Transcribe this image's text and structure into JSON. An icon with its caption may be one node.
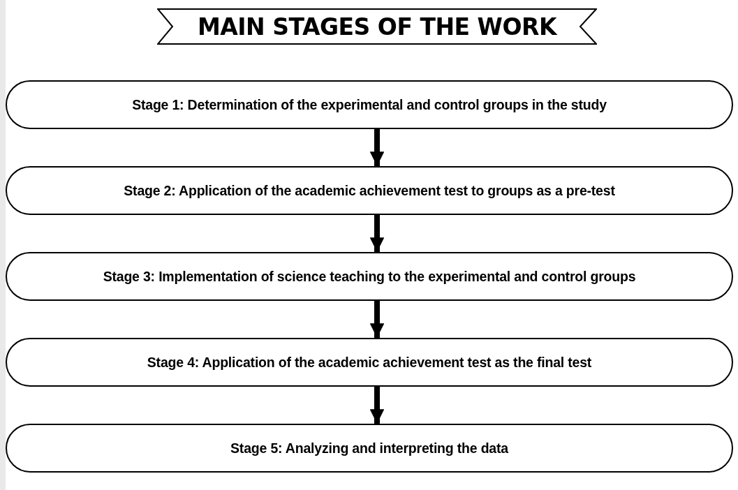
{
  "diagram": {
    "title": "MAIN STAGES OF THE WORK",
    "nodes": [
      {
        "text": [
          "Stage 1: Determination of the experimental and control groups in the study"
        ]
      },
      {
        "text": [
          "Stage 2: Application of the academic achievement test to groups as a pre-test"
        ]
      },
      {
        "text": [
          "Stage 3: Implementation of science teaching to the experimental and control groups"
        ]
      },
      {
        "text": [
          "Stage 4: Application of the academic achievement test as the final test"
        ]
      },
      {
        "text": [
          "Stage 5: Analyzing and interpreting the data"
        ]
      }
    ],
    "edges": [
      {
        "from": 0,
        "to": 1,
        "arrow": "to"
      },
      {
        "from": 1,
        "to": 2,
        "arrow": "to"
      },
      {
        "from": 2,
        "to": 3,
        "arrow": "to"
      },
      {
        "from": 3,
        "to": 4,
        "arrow": "to"
      }
    ]
  }
}
